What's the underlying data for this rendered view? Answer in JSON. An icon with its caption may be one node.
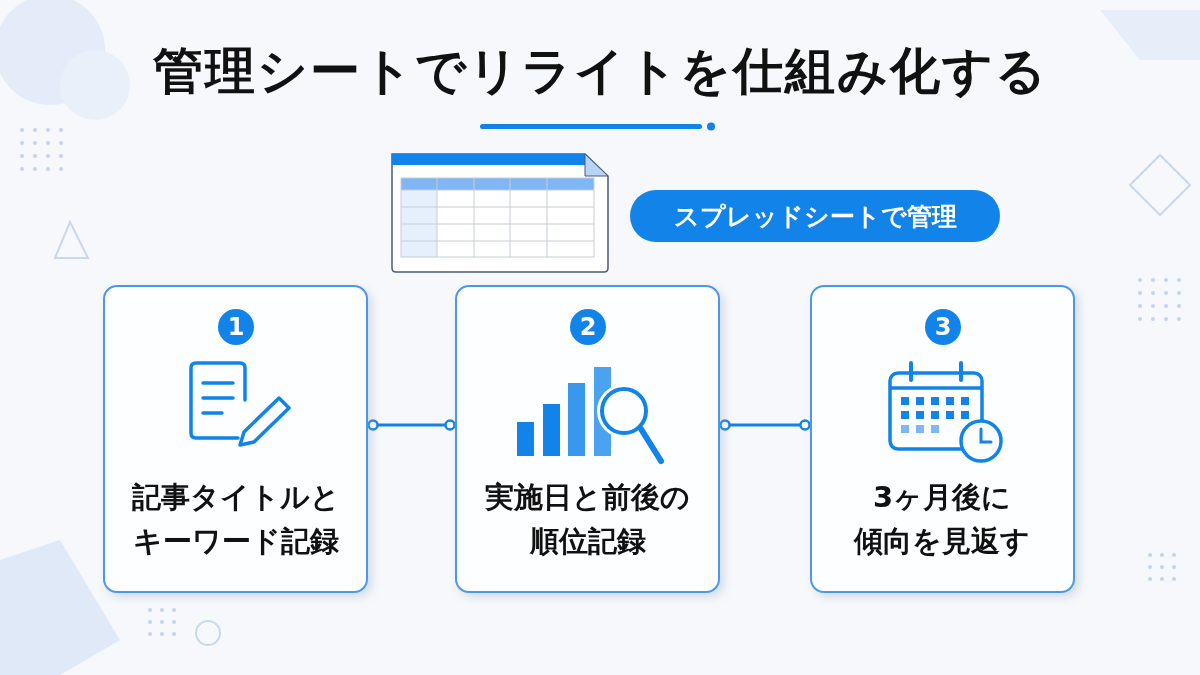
{
  "diagram": {
    "title": "管理シートでリライトを仕組み化する",
    "nodes": [
      {
        "text": [
          "スプレッドシートで管理"
        ]
      },
      {
        "text": [
          "記事タイトルとキーワード記録"
        ]
      },
      {
        "text": [
          "1"
        ],
        "in": 1
      },
      {
        "text": [
          "実施日と前後の順位記録"
        ]
      },
      {
        "text": [
          "2"
        ],
        "in": 3
      },
      {
        "text": [
          "3ヶ月後に傾向を見返す"
        ]
      },
      {
        "text": [
          "3"
        ],
        "in": 5
      }
    ],
    "edges": [
      {
        "from": 1,
        "to": 3,
        "arrow": "other"
      },
      {
        "from": 3,
        "to": 5,
        "arrow": "other"
      }
    ]
  }
}
